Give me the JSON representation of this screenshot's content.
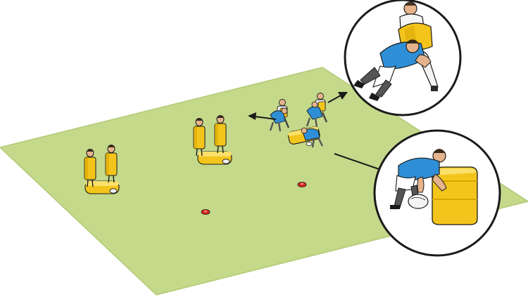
{
  "colors": {
    "pitch": "#c4d98a",
    "pitch_edge": "#b3c977",
    "pad": "#f3c51c",
    "pad_shade": "#d9a300",
    "jersey_blue": "#2f8fd6",
    "jersey_white": "#f4f4f4",
    "skin": "#e6b48c",
    "shorts": "#ffffff",
    "cone": "#d8271c",
    "outline": "#1a1a1a",
    "circle_bg": "#ffffff"
  },
  "scene": {
    "pitch": {
      "shape": "parallelogram"
    },
    "stations": [
      {
        "id": "tackle-bag-station-left",
        "pads": 2
      },
      {
        "id": "tackle-bag-station-middle",
        "pads": 2
      },
      {
        "id": "contact-group",
        "players": 5
      }
    ],
    "cones": 2,
    "arrows": 2,
    "insets": [
      {
        "id": "inset-tackle",
        "depicts": "player-driving-into-tackle-shield"
      },
      {
        "id": "inset-ruck-pad",
        "depicts": "player-placing-ball-beside-ruck-pad"
      }
    ],
    "icons": [
      "arrow-left-icon",
      "arrow-right-icon",
      "cone-icon",
      "rugby-ball-icon"
    ]
  }
}
